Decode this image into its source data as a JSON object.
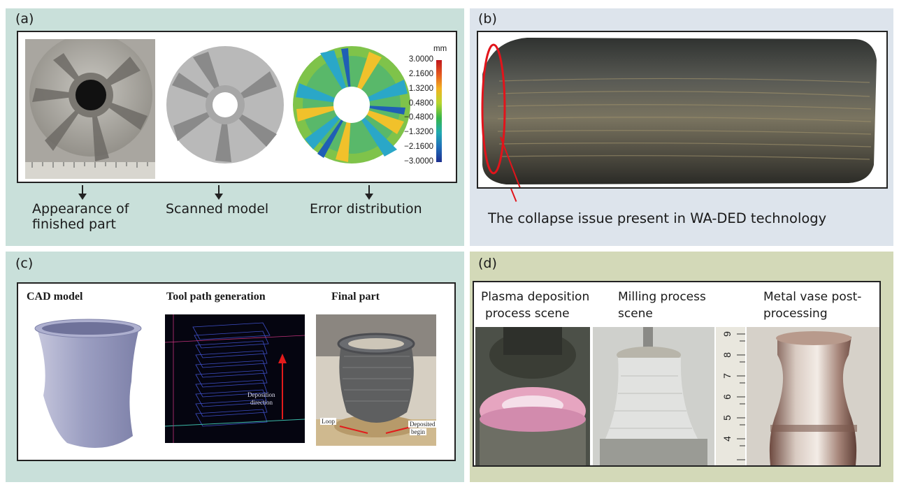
{
  "panels": {
    "a": {
      "label": "(a)",
      "captions": {
        "appearance_line1": "Appearance of",
        "appearance_line2": "finished part",
        "scanned": "Scanned model",
        "error": "Error distribution"
      },
      "colorbar": {
        "unit": "mm",
        "ticks": [
          "3.0000",
          "2.1600",
          "1.3200",
          "0.4800",
          "−0.4800",
          "−1.3200",
          "−2.1600",
          "−3.0000"
        ],
        "colors": [
          "#c0161c",
          "#e4581f",
          "#f2b222",
          "#b8d62e",
          "#35b54a",
          "#21aab1",
          "#1f6fb9",
          "#1d2f8f"
        ]
      }
    },
    "b": {
      "label": "(b)",
      "caption": "The collapse issue present in WA-DED technology",
      "highlight_color": "#e2141b"
    },
    "c": {
      "label": "(c)",
      "headers": {
        "cad": "CAD model",
        "toolpath": "Tool path generation",
        "final": "Final part"
      },
      "annotations": {
        "direction_line1": "Deposition",
        "direction_line2": "direction",
        "loop": "Loop",
        "deposited_line1": "Deposited",
        "deposited_line2": "begin"
      }
    },
    "d": {
      "label": "(d)",
      "headers": {
        "plasma_line1": "Plasma deposition",
        "plasma_line2": "process scene",
        "milling_line1": "Milling process",
        "milling_line2": "scene",
        "vase_line1": "Metal vase post-",
        "vase_line2": "processing"
      },
      "ruler_marks": [
        "9",
        "8",
        "7",
        "6",
        "5",
        "4"
      ]
    }
  },
  "colors": {
    "panel_a_bg": "#c9e0da",
    "panel_b_bg": "#dde4ec",
    "panel_c_bg": "#c9e0da",
    "panel_d_bg": "#d3d9b8"
  }
}
